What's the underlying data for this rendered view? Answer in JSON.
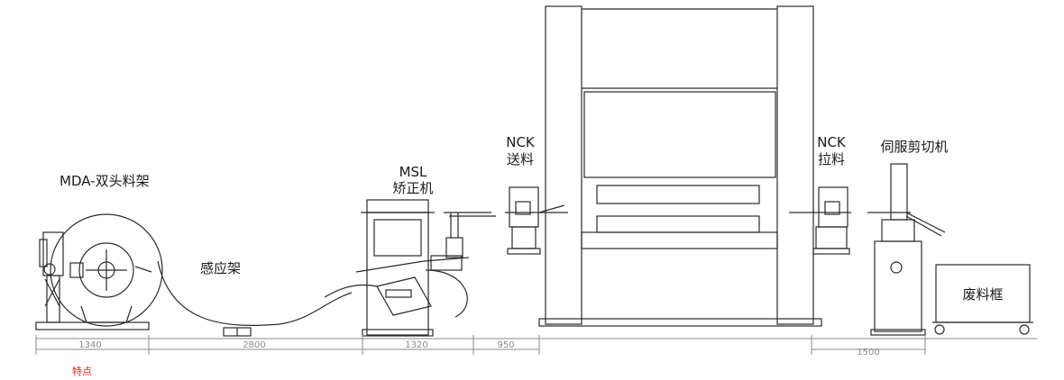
{
  "labels": {
    "decoiler": "MDA-双头料架",
    "sensor": "感应架",
    "straightener_line1": "MSL",
    "straightener_line2": "矫正机",
    "feeder_line1": "NCK",
    "feeder_line2": "送料",
    "puller_line1": "NCK",
    "puller_line2": "拉料",
    "shear": "伺服剪切机",
    "scrap_box": "废料框"
  },
  "dimensions": {
    "decoiler_len": "1340",
    "sensor_len": "2800",
    "straightener_len": "1320",
    "gap_len": "950",
    "after_press_len": "1500"
  },
  "note": "特点",
  "colors": {
    "line": "#2a2a2a",
    "dim_line": "#8a8a8a",
    "note": "#e02020"
  }
}
